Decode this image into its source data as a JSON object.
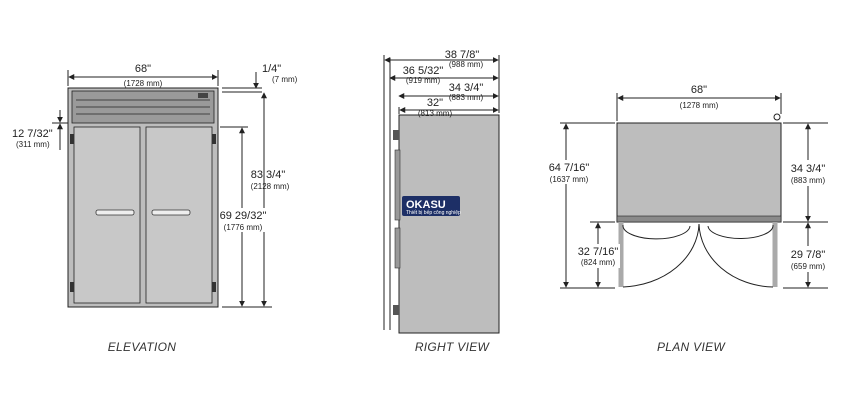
{
  "views": {
    "elevation": {
      "caption": "ELEVATION",
      "width": {
        "imperial": "68\"",
        "metric": "(1728 mm)"
      },
      "top_gap": {
        "imperial": "1/4\"",
        "metric": "(7 mm)"
      },
      "top_panel": {
        "imperial": "12 7/32\"",
        "metric": "(311 mm)"
      },
      "door_height": {
        "imperial": "69 29/32\"",
        "metric": "(1776 mm)"
      },
      "overall_height": {
        "imperial": "83 3/4\"",
        "metric": "(2128 mm)"
      }
    },
    "right": {
      "caption": "RIGHT VIEW",
      "depth_outer": {
        "imperial": "38 7/8\"",
        "metric": "(988 mm)"
      },
      "depth_mid": {
        "imperial": "36 5/32\"",
        "metric": "(919 mm)"
      },
      "depth_body": {
        "imperial": "34 3/4\"",
        "metric": "(883 mm)"
      },
      "depth_inner": {
        "imperial": "32\"",
        "metric": "(813 mm)"
      }
    },
    "plan": {
      "caption": "PLAN VIEW",
      "width": {
        "imperial": "68\"",
        "metric": "(1278 mm)"
      },
      "total_depth": {
        "imperial": "64 7/16\"",
        "metric": "(1637 mm)"
      },
      "body_depth": {
        "imperial": "34 3/4\"",
        "metric": "(883 mm)"
      },
      "left_swing": {
        "imperial": "32 7/16\"",
        "metric": "(824 mm)"
      },
      "right_swing": {
        "imperial": "29 7/8\"",
        "metric": "(659 mm)"
      }
    }
  },
  "watermark": {
    "brand": "OKASU",
    "tagline": "Thiết bị bếp công nghiệp"
  },
  "colors": {
    "cabinet_fill": "#bdbdbd",
    "cabinet_dark": "#8a8a8a",
    "line": "#222222",
    "badge_bg": "#1d2f66"
  }
}
